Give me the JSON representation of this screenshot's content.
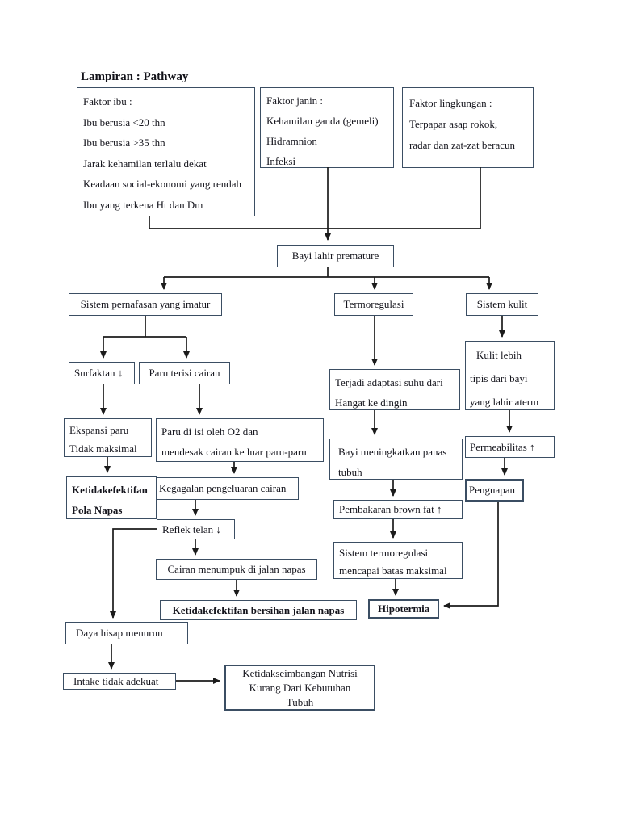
{
  "page": {
    "title": "Lampiran : Pathway"
  },
  "colors": {
    "box_border": "#3b4e63",
    "text": "#14141c",
    "arrow": "#1b1b1b",
    "background": "#ffffff"
  },
  "nodes": {
    "faktor_ibu": {
      "lines": [
        "Faktor ibu :",
        "Ibu berusia <20 thn",
        "Ibu berusia >35 thn",
        "Jarak kehamilan terlalu dekat",
        "Keadaan social-ekonomi yang rendah",
        "Ibu yang terkena Ht dan Dm"
      ]
    },
    "faktor_janin": {
      "lines": [
        "Faktor janin :",
        "Kehamilan ganda (gemeli)",
        "Hidramnion",
        "Infeksi"
      ]
    },
    "faktor_lingkungan": {
      "lines": [
        "Faktor lingkungan :",
        "Terpapar asap rokok,",
        "radar dan zat-zat beracun"
      ]
    },
    "bayi_lahir_premature": {
      "label": "Bayi lahir premature"
    },
    "sistem_pernafasan": {
      "label": "Sistem pernafasan yang imatur"
    },
    "termoregulasi": {
      "label": "Termoregulasi"
    },
    "sistem_kulit": {
      "label": "Sistem kulit"
    },
    "surfaktan": {
      "label": "Surfaktan ↓"
    },
    "paru_terisi_cairan": {
      "label": "Paru terisi cairan"
    },
    "ekspansi_paru": {
      "lines": [
        "Ekspansi paru",
        "Tidak maksimal"
      ]
    },
    "paru_diisi_o2": {
      "lines": [
        "Paru di isi oleh O2 dan",
        "mendesak cairan ke luar paru-paru"
      ]
    },
    "ketidakefektifan_pola_napas": {
      "lines": [
        "Ketidakefektifan",
        "Pola Napas"
      ]
    },
    "kegagalan_pengeluaran": {
      "label": "Kegagalan pengeluaran cairan"
    },
    "reflek_telan": {
      "label": "Reflek telan ↓"
    },
    "cairan_menumpuk": {
      "label": "Cairan menumpuk di jalan napas"
    },
    "bersihan_jalan_napas": {
      "label": "Ketidakefektifan bersihan jalan napas"
    },
    "terjadi_adaptasi": {
      "lines": [
        "Terjadi adaptasi suhu dari",
        "Hangat ke dingin"
      ]
    },
    "bayi_meningkatkan_panas": {
      "lines": [
        "Bayi meningkatkan panas",
        "tubuh"
      ]
    },
    "pembakaran_brown_fat": {
      "label": "Pembakaran brown fat ↑"
    },
    "sistem_termoregulasi_batas": {
      "lines": [
        "Sistem termoregulasi",
        "mencapai batas maksimal"
      ]
    },
    "hipotermia": {
      "label": "Hipotermia"
    },
    "kulit_lebih_tipis": {
      "lines": [
        "Kulit lebih",
        "tipis dari bayi",
        "yang lahir aterm"
      ]
    },
    "permeabilitas": {
      "label": "Permeabilitas ↑"
    },
    "penguapan": {
      "label": "Penguapan"
    },
    "daya_hisap_menurun": {
      "label": "Daya hisap menurun"
    },
    "intake_tidak_adekuat": {
      "label": "Intake tidak adekuat"
    },
    "ketidakseimbangan_nutrisi": {
      "lines": [
        "Ketidakseimbangan Nutrisi",
        "Kurang Dari Kebutuhan",
        "Tubuh"
      ]
    }
  }
}
